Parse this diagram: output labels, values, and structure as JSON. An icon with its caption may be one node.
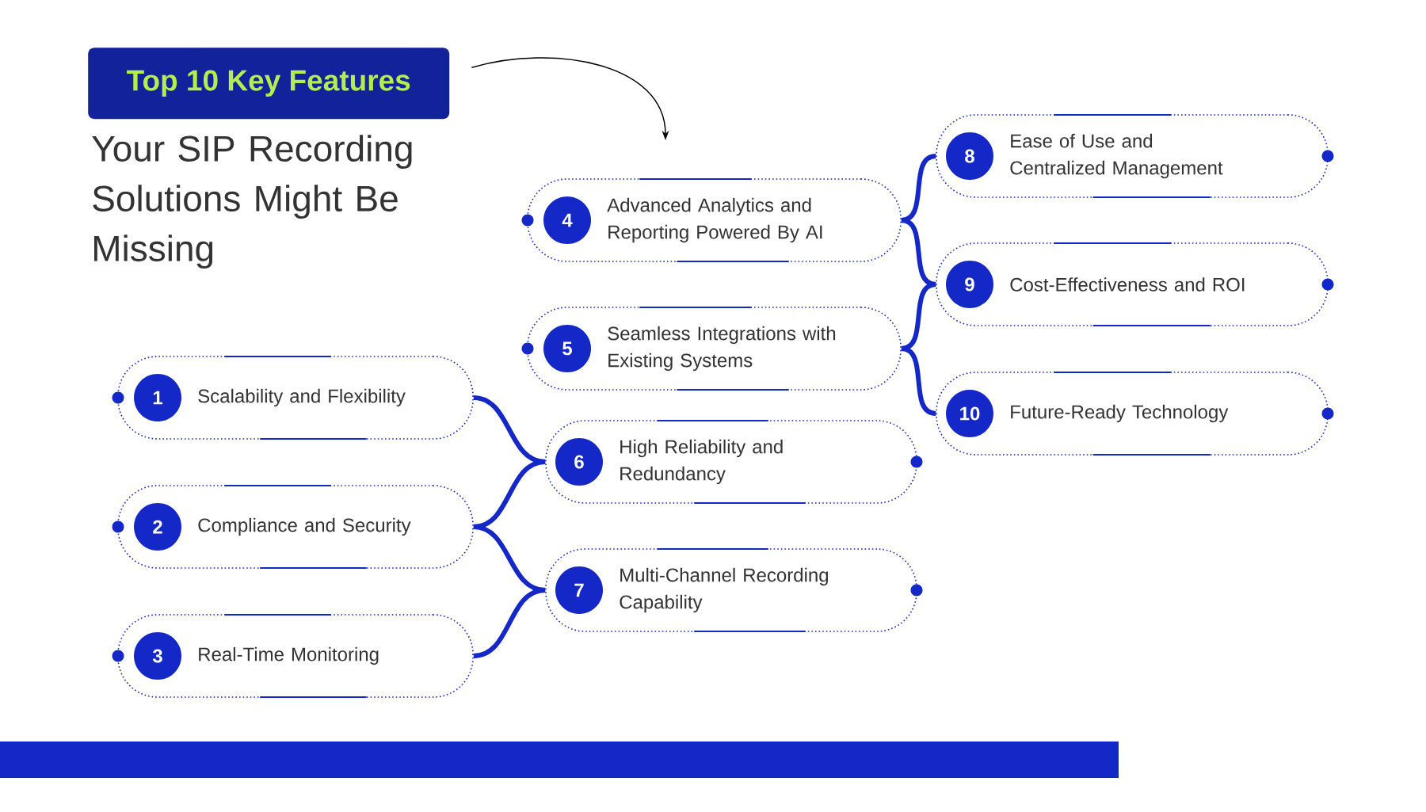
{
  "diagram": {
    "nodes": [
      {
        "text": [
          "Top 10 Key Features"
        ]
      },
      {
        "text": [
          "1",
          "Scalability and Flexibility"
        ]
      },
      {
        "text": [
          "2",
          "Compliance and Security"
        ]
      },
      {
        "text": [
          "3",
          "Real-Time Monitoring"
        ]
      },
      {
        "text": [
          "4",
          "Advanced Analytics and Reporting Powered By AI"
        ]
      },
      {
        "text": [
          "5",
          "Seamless Integrations with Existing Systems"
        ]
      },
      {
        "text": [
          "6",
          "High Reliability and Redundancy"
        ]
      },
      {
        "text": [
          "7",
          "Multi-Channel Recording Capability"
        ]
      },
      {
        "text": [
          "8",
          "Ease of Use and Centralized Management"
        ]
      },
      {
        "text": [
          "9",
          "Cost-Effectiveness and ROI"
        ]
      },
      {
        "text": [
          "10",
          "Future-Ready Technology"
        ]
      }
    ],
    "edges": [
      {
        "from": 0,
        "to": null,
        "arrow": "to",
        "color": "#000000"
      },
      {
        "from": 1,
        "to": 6,
        "arrow": "none"
      },
      {
        "from": 2,
        "to": 6,
        "arrow": "none"
      },
      {
        "from": 2,
        "to": 7,
        "arrow": "none"
      },
      {
        "from": 3,
        "to": 7,
        "arrow": "none"
      },
      {
        "from": 4,
        "to": 8,
        "arrow": "none"
      },
      {
        "from": 4,
        "to": 9,
        "arrow": "none"
      },
      {
        "from": 5,
        "to": 9,
        "arrow": "none"
      },
      {
        "from": 5,
        "to": 10,
        "arrow": "none"
      }
    ],
    "labels": [
      "Your SIP Recording Solutions Might Be Missing"
    ]
  }
}
